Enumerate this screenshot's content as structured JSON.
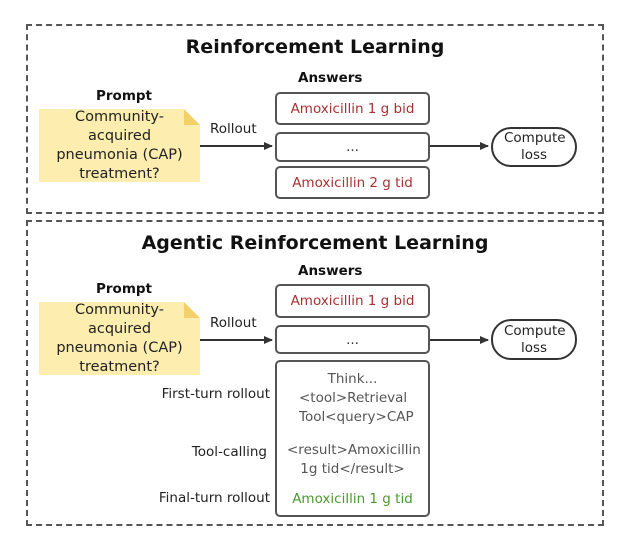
{
  "rl": {
    "title": "Reinforcement Learning",
    "prompt_header": "Prompt",
    "prompt_text": "Community-acquired pneumonia (CAP) treatment?",
    "rollout_label": "Rollout",
    "answers_header": "Answers",
    "answers": [
      "Amoxicillin 1 g bid",
      "...",
      "Amoxicillin 2 g tid"
    ],
    "compute_loss": "Compute loss"
  },
  "arl": {
    "title": "Agentic Reinforcement Learning",
    "prompt_header": "Prompt",
    "prompt_text": "Community-acquired pneumonia (CAP) treatment?",
    "rollout_label": "Rollout",
    "answers_header": "Answers",
    "answers": [
      "Amoxicillin 1 g bid",
      "..."
    ],
    "compute_loss": "Compute loss",
    "steps": {
      "first_turn_label": "First-turn rollout",
      "first_turn_text": "Think... <tool>Retrieval Tool<query>CAP",
      "tool_calling_label": "Tool-calling",
      "tool_calling_text": "<result>Amoxicillin 1g tid</result>",
      "final_turn_label": "Final-turn rollout",
      "final_turn_text": "Amoxicillin 1 g tid"
    }
  },
  "colors": {
    "note_fill": "#fdeeb0",
    "wrong_answer": "#a83232",
    "correct_answer": "#4a9a2e"
  }
}
